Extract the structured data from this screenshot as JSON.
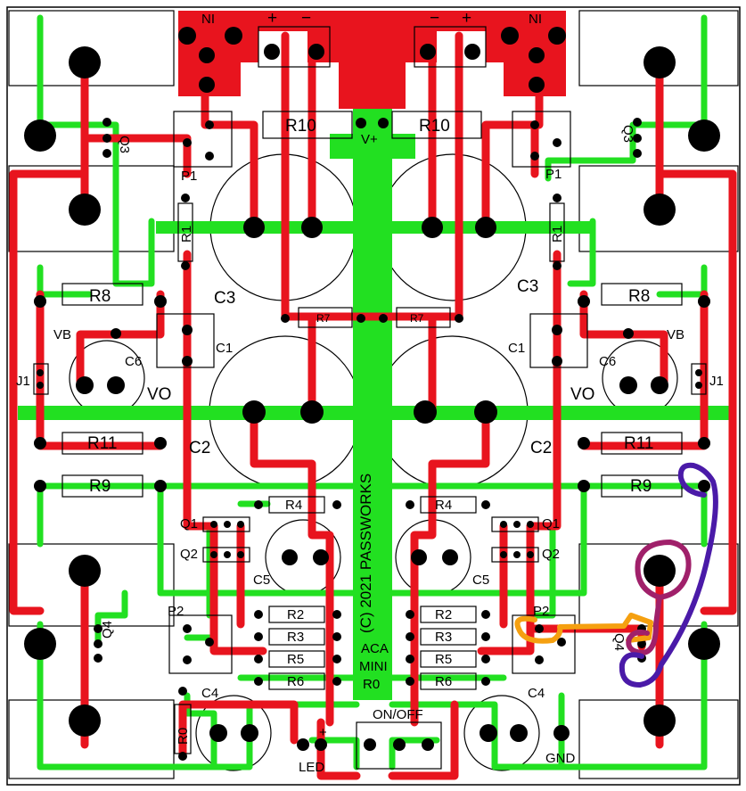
{
  "board": {
    "title": "(C) 2021 PASSWORKS",
    "model_lines": [
      "ACA",
      "MINI",
      "R0"
    ]
  },
  "labels": {
    "ni_left": "NI",
    "ni_right": "NI",
    "plus": "+",
    "minus": "−",
    "vplus": "V+",
    "r10": "R10",
    "r7": "R7",
    "r1": "R1",
    "r8": "R8",
    "r11": "R11",
    "r9": "R9",
    "r4": "R4",
    "r2": "R2",
    "r3": "R3",
    "r5": "R5",
    "r6": "R6",
    "r0": "R0",
    "c1": "C1",
    "c2": "C2",
    "c3": "C3",
    "c4": "C4",
    "c5": "C5",
    "c6": "C6",
    "q1": "Q1",
    "q2": "Q2",
    "q3": "Q3",
    "q4": "Q4",
    "p1": "P1",
    "p2": "P2",
    "j1": "J1",
    "vb": "VB",
    "vo": "VO",
    "led": "LED",
    "onoff": "ON/OFF",
    "gnd": "GND"
  },
  "colors": {
    "copper_top": "#e8141e",
    "copper_bottom": "#22e021",
    "silkscreen": "#000000",
    "background": "#ffffff",
    "annotation_orange": "#f5a010",
    "annotation_magenta": "#a0206a",
    "annotation_purple": "#4a1aa8"
  }
}
